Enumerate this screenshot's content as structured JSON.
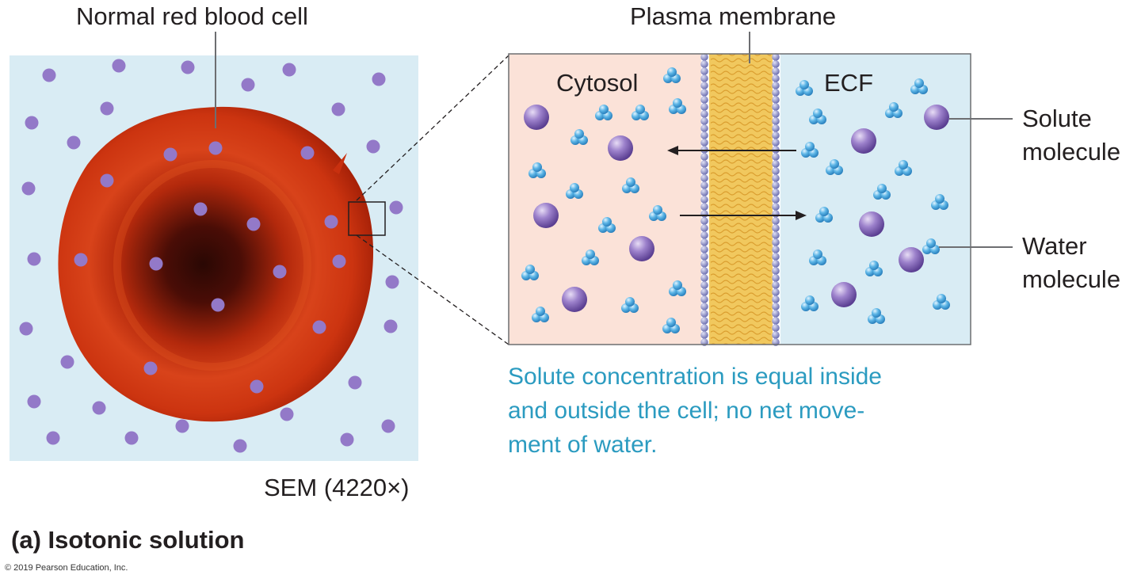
{
  "labels": {
    "rbc": "Normal red blood cell",
    "membrane": "Plasma membrane",
    "cytosol": "Cytosol",
    "ecf": "ECF",
    "solute_line1": "Solute",
    "solute_line2": "molecule",
    "water_line1": "Water",
    "water_line2": "molecule",
    "sem": "SEM (4220×)"
  },
  "caption": [
    "Solute concentration is equal inside",
    "and outside the cell; no net move-",
    "ment of water."
  ],
  "panel_title": "(a) Isotonic solution",
  "copyright": "© 2019 Pearson Education, Inc.",
  "colors": {
    "background_fluid": "#d9ecf4",
    "cytosol": "#fbe2d8",
    "red_blood_cell": "#c8300f",
    "solute": "#8a6cbf",
    "water": "#56aee0",
    "membrane_core": "#f1c85e",
    "caption_text": "#2b9bc0"
  },
  "icons": {
    "solute": "purple-sphere",
    "water": "blue-three-sphere-cluster"
  }
}
